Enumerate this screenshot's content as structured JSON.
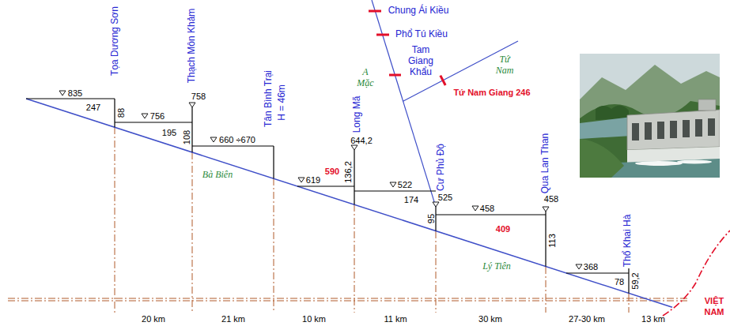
{
  "diagram": {
    "labels": [
      "Tọa Dương Sơn",
      "835",
      "247",
      "88",
      "Thạch Môn Khảm",
      "756",
      "195",
      "758",
      "108",
      "Tân Bình Trại",
      "H = 46m",
      "660 ÷670",
      "Bà Biên",
      "619",
      "590",
      "Long Mã",
      "644,2",
      "136,2",
      "Chung Ái Kiều",
      "Phổ Tú Kiều",
      "A Mặc",
      "Tam Giang Khẩu",
      "Tứ Nam",
      "Tứ Nam Giang 246",
      "522",
      "174",
      "Cư Phủ Độ",
      "525",
      "95",
      "458",
      "409",
      "Lý Tiên",
      "Qua Lan Than",
      "458",
      "113",
      "368",
      "78",
      "Thổ Khai Hà",
      "59,2",
      "VIỆT NAM",
      "20 km",
      "21 km",
      "10 km",
      "11 km",
      "30 km",
      "27-30 km",
      "13 km"
    ]
  }
}
